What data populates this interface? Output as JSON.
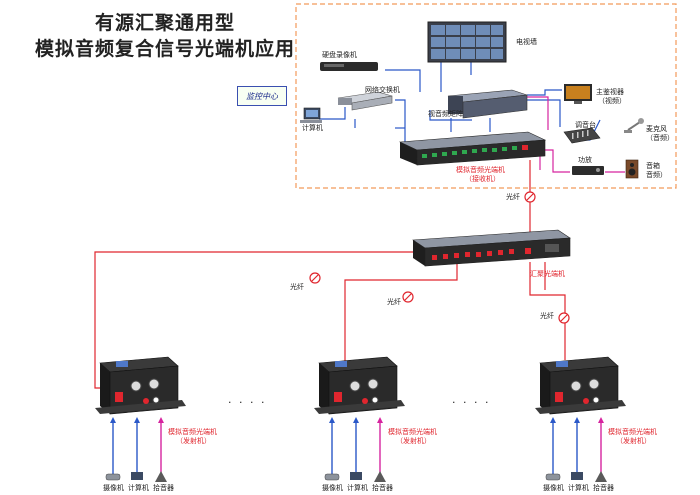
{
  "title": {
    "line1": "有源汇聚通用型",
    "line2": "模拟音频复合信号光端机应用"
  },
  "monitor_center": "监控中心",
  "labels": {
    "tv_wall": "电视墙",
    "dvr": "硬盘录像机",
    "network_switch": "网络交换机",
    "computer": "计算机",
    "video_audio_matrix": "视音频矩阵",
    "main_monitor": "主鉴视器",
    "main_monitor_sub": "（视频）",
    "mixer": "调音台",
    "microphone": "麦克风",
    "microphone_sub": "（音频）",
    "amplifier": "功放",
    "speaker": "音箱",
    "speaker_sub": "音频）",
    "receiver": "模拟音频光端机",
    "receiver_sub": "（接收机）",
    "fiber": "光纤",
    "aggregator": "汇聚光端机",
    "transmitter": "模拟音频光端机",
    "transmitter_sub": "（发射机）",
    "camera": "摄像机",
    "pickup": "拾音器",
    "ellipsis": "· · · ·"
  }
}
